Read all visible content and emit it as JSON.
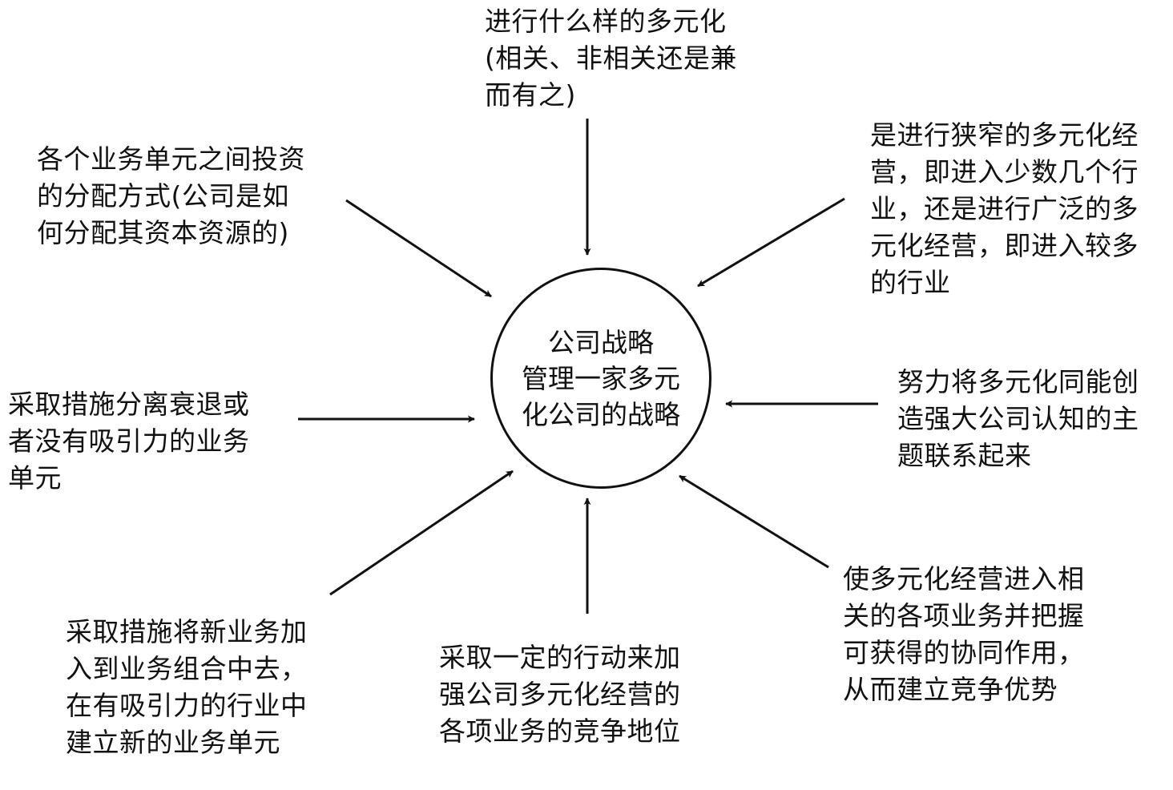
{
  "center": {
    "lines": [
      "公司战略",
      "管理一家多元",
      "化公司的战略"
    ]
  },
  "nodes": [
    {
      "id": "top",
      "lines": [
        "进行什么样的多元化",
        "(相关、非相关还是兼",
        "而有之)"
      ]
    },
    {
      "id": "top-left",
      "lines": [
        "各个业务单元之间投资",
        "的分配方式(公司是如",
        "何分配其资本资源的)"
      ]
    },
    {
      "id": "top-right",
      "lines": [
        "是进行狭窄的多元化经",
        "营，即进入少数几个行",
        "业，还是进行广泛的多",
        "元化经营，即进入较多",
        "的行业"
      ]
    },
    {
      "id": "left",
      "lines": [
        "采取措施分离衰退或",
        "者没有吸引力的业务",
        "单元"
      ]
    },
    {
      "id": "right",
      "lines": [
        "努力将多元化同能创",
        "造强大公司认知的主",
        "题联系起来"
      ]
    },
    {
      "id": "bottom-left",
      "lines": [
        "采取措施将新业务加",
        "入到业务组合中去，",
        "在有吸引力的行业中",
        "建立新的业务单元"
      ]
    },
    {
      "id": "bottom",
      "lines": [
        "采取一定的行动来加",
        "强公司多元化经营的",
        "各项业务的竞争地位"
      ]
    },
    {
      "id": "bottom-right",
      "lines": [
        "使多元化经营进入相",
        "关的各项业务并把握",
        "可获得的协同作用，",
        "从而建立竞争优势"
      ]
    }
  ]
}
